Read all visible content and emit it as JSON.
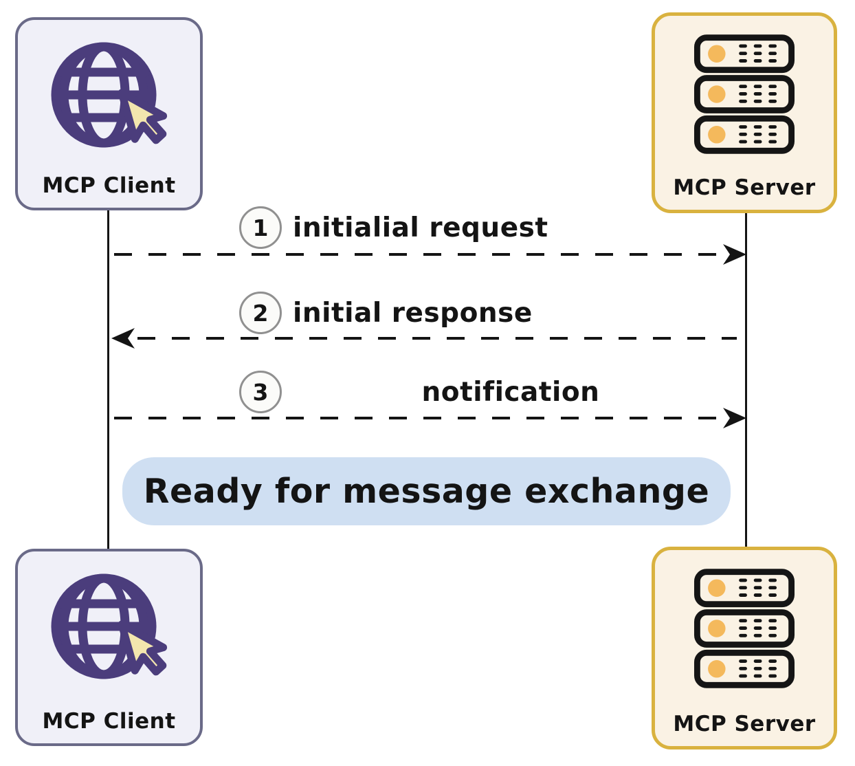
{
  "nodes": {
    "client_top": {
      "label": "MCP Client",
      "icon": "globe-cursor-icon"
    },
    "server_top": {
      "label": "MCP Server",
      "icon": "server-stack-icon"
    },
    "client_bottom": {
      "label": "MCP Client",
      "icon": "globe-cursor-icon"
    },
    "server_bottom": {
      "label": "MCP Server",
      "icon": "server-stack-icon"
    }
  },
  "messages": [
    {
      "num": "1",
      "label": "initialial request",
      "direction": "client-to-server"
    },
    {
      "num": "2",
      "label": "initial response",
      "direction": "server-to-client"
    },
    {
      "num": "3",
      "label": "notification",
      "direction": "client-to-server"
    }
  ],
  "banner": {
    "label": "Ready for message exchange"
  },
  "colors": {
    "ink": "#141414",
    "client_border": "#6a6a88",
    "client_bg": "#f0f0f8",
    "globe": "#4b3d7c",
    "cursor_fill": "#f3e6ae",
    "server_border": "#d9b23f",
    "server_bg": "#faf2e4",
    "server_outline": "#151515",
    "server_accent": "#f4b95c",
    "badge_border": "#909090",
    "badge_bg": "#fbfbf9",
    "banner_bg": "#cfdff2",
    "page_bg": "#ffffff"
  }
}
